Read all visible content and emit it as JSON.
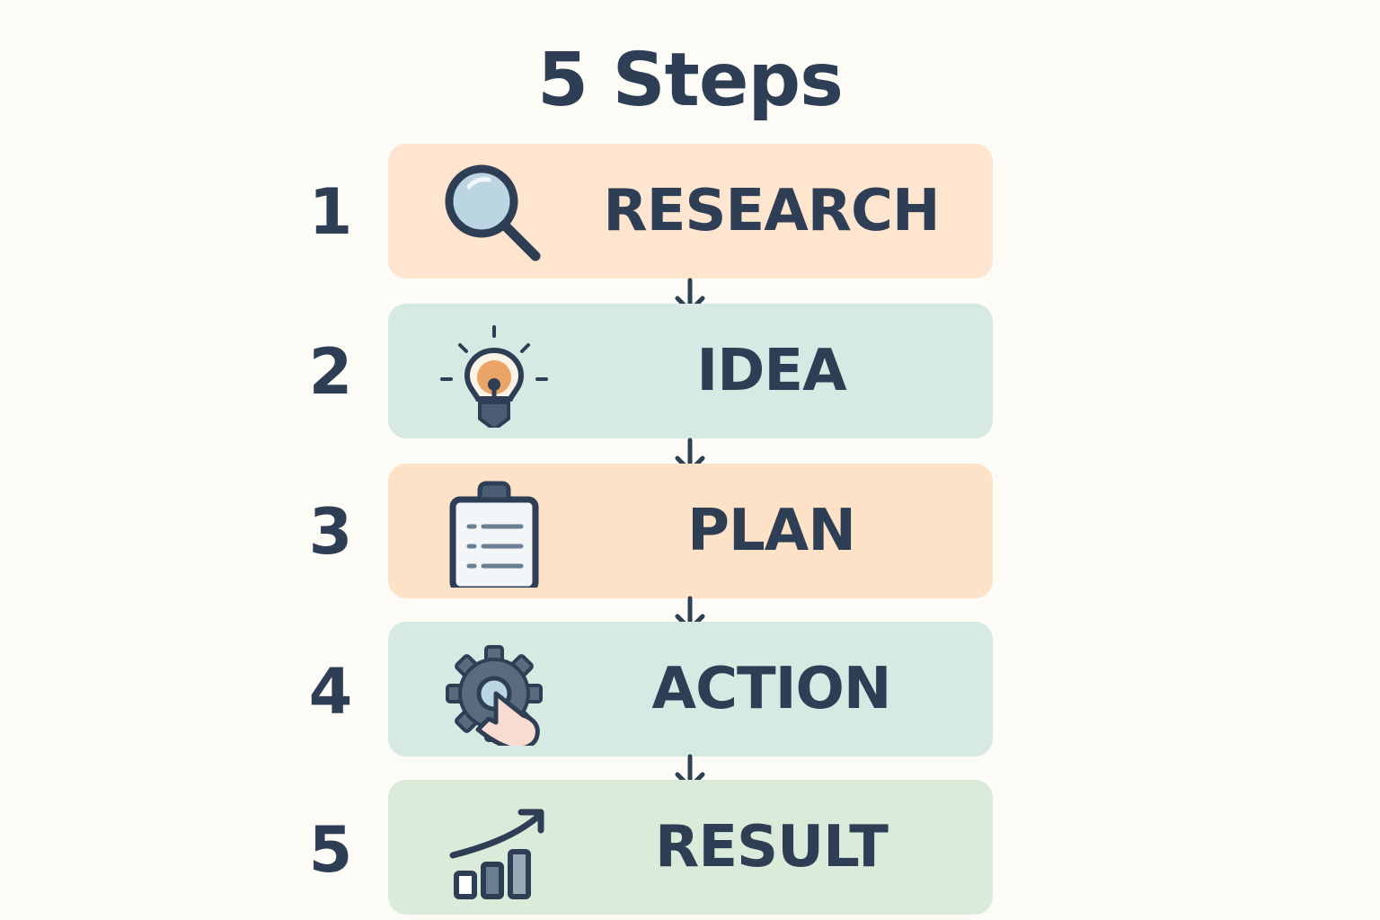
{
  "title": "5 Steps",
  "steps": [
    {
      "number": "1",
      "label": "RESEARCH",
      "icon": "magnifier-icon",
      "color": "#fde5cf"
    },
    {
      "number": "2",
      "label": "IDEA",
      "icon": "lightbulb-icon",
      "color": "#d6e9e3"
    },
    {
      "number": "3",
      "label": "PLAN",
      "icon": "clipboard-icon",
      "color": "#fde2c7"
    },
    {
      "number": "4",
      "label": "ACTION",
      "icon": "gear-hand-icon",
      "color": "#d6e9e3"
    },
    {
      "number": "5",
      "label": "RESULT",
      "icon": "growth-chart-icon",
      "color": "#dbebd9"
    }
  ],
  "colors": {
    "background": "#fcfbf6",
    "text": "#2e3f55",
    "accent_orange": "#eba468",
    "accent_blue": "#bcd5e3"
  }
}
